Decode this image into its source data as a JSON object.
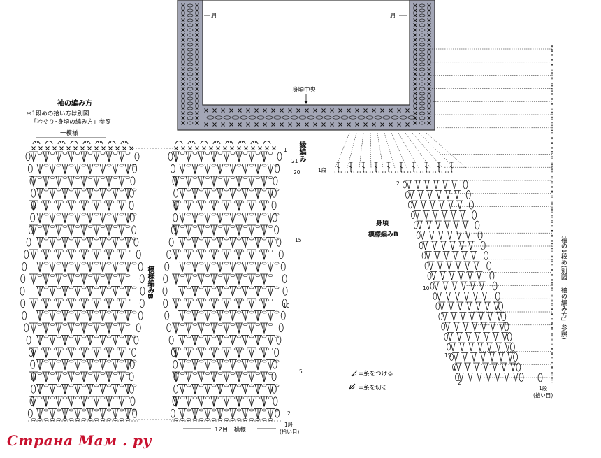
{
  "sleeve": {
    "title": "袖の編み方",
    "note_line1": "＊1段めの拾い方は別図",
    "note_line2": "「衿ぐり･身頃の編み方」参照",
    "one_pattern": "一模様",
    "pattern_vertical": "模様編みB",
    "edge_vertical": "縁編み",
    "row_labels": [
      "1",
      "21",
      "20",
      "15",
      "10",
      "5",
      "2",
      "1段"
    ],
    "pickup": "(拾い目)",
    "repeat_bottom": "12目一模様"
  },
  "body": {
    "shoulder_left": "肩",
    "shoulder_right": "肩",
    "center": "身頃中央",
    "title": "身頃",
    "pattern": "模様編みB",
    "row_labels": [
      "1段",
      "2",
      "10",
      "15",
      "1",
      "2",
      "1段"
    ],
    "pickup": "(拾い目)",
    "side_note_vertical": "袖の1段め(別図「袖の編み方」参照)"
  },
  "legend": {
    "attach": "=糸をつける",
    "cut": "=糸を切る"
  },
  "watermark": "Страна Мам . ру"
}
